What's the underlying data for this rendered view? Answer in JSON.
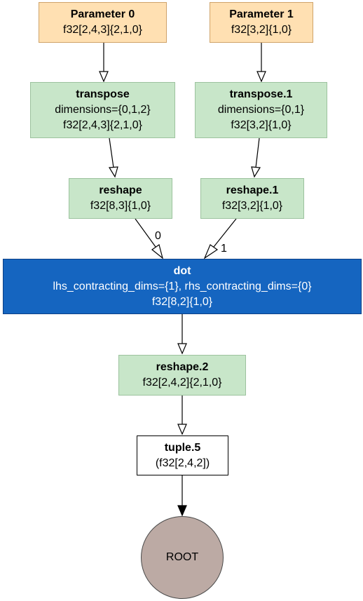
{
  "nodes": {
    "param0": {
      "title": "Parameter 0",
      "lines": [
        "f32[2,4,3]{2,1,0}"
      ]
    },
    "param1": {
      "title": "Parameter 1",
      "lines": [
        "f32[3,2]{1,0}"
      ]
    },
    "transpose": {
      "title": "transpose",
      "lines": [
        "dimensions={0,1,2}",
        "f32[2,4,3]{2,1,0}"
      ]
    },
    "transpose1": {
      "title": "transpose.1",
      "lines": [
        "dimensions={0,1}",
        "f32[3,2]{1,0}"
      ]
    },
    "reshape": {
      "title": "reshape",
      "lines": [
        "f32[8,3]{1,0}"
      ]
    },
    "reshape1": {
      "title": "reshape.1",
      "lines": [
        "f32[3,2]{1,0}"
      ]
    },
    "dot": {
      "title": "dot",
      "lines": [
        "lhs_contracting_dims={1}, rhs_contracting_dims={0}",
        "f32[8,2]{1,0}"
      ]
    },
    "reshape2": {
      "title": "reshape.2",
      "lines": [
        "f32[2,4,2]{2,1,0}"
      ]
    },
    "tuple5": {
      "title": "tuple.5",
      "lines": [
        "(f32[2,4,2])"
      ]
    },
    "root": {
      "title": "ROOT",
      "lines": []
    }
  },
  "edges": [
    {
      "from": "param0",
      "to": "transpose",
      "label": ""
    },
    {
      "from": "param1",
      "to": "transpose1",
      "label": ""
    },
    {
      "from": "transpose",
      "to": "reshape",
      "label": ""
    },
    {
      "from": "transpose1",
      "to": "reshape1",
      "label": ""
    },
    {
      "from": "reshape",
      "to": "dot",
      "label": "0"
    },
    {
      "from": "reshape1",
      "to": "dot",
      "label": "1"
    },
    {
      "from": "dot",
      "to": "reshape2",
      "label": ""
    },
    {
      "from": "reshape2",
      "to": "tuple5",
      "label": ""
    },
    {
      "from": "tuple5",
      "to": "root",
      "label": ""
    }
  ],
  "colors": {
    "parameter_fill": "#ffe0b2",
    "op_fill": "#c8e6c9",
    "dot_fill": "#1565c0",
    "tuple_fill": "#ffffff",
    "root_fill": "#bcaaa4"
  }
}
